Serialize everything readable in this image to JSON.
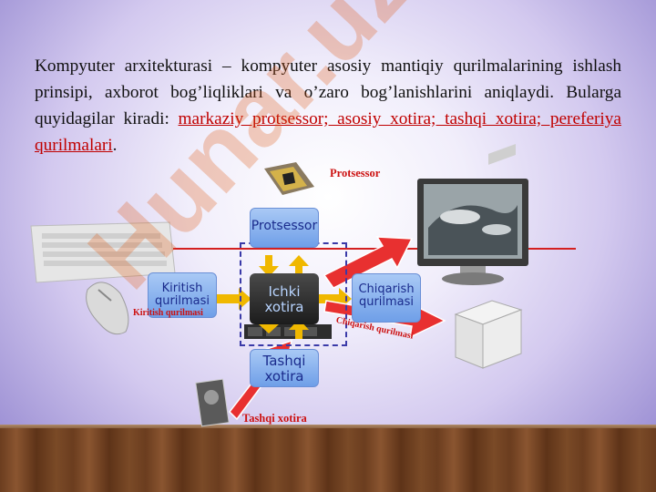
{
  "paragraph": {
    "plain": "Kompyuter arxitekturasi – kompyuter asosiy mantiqiy qurilmalarining ishlash prinsipi, axborot bog’liqliklari va o’zaro bog’lanishlarini aniqlaydi. Bularga quyidagilar kiradi: ",
    "highlight": "markaziy protsessor; asosiy xotira; tashqi xotira; pereferiya qurilmalari",
    "end": "."
  },
  "diagram": {
    "protsessor_label": "Protsessor",
    "protsessor_box": "Protsessor",
    "ichki_box": [
      "Ichki",
      "xotira"
    ],
    "tashqi_box": [
      "Tashqi",
      "xotira"
    ],
    "kiritish_box": [
      "Kiritish",
      "qurilmasi"
    ],
    "chiqarish_box": [
      "Chiqarish",
      "qurilmasi"
    ],
    "kiritish_label": "Kiritish qurilmasi",
    "chiqarish_label": "Chiqarish qurilmasi",
    "tashqi_label": "Tashqi xotira"
  },
  "watermark": "Hunar.uz",
  "colors": {
    "accent_red": "#c00000",
    "box_blue": "#8fb4f0",
    "watermark": "#e05810"
  }
}
